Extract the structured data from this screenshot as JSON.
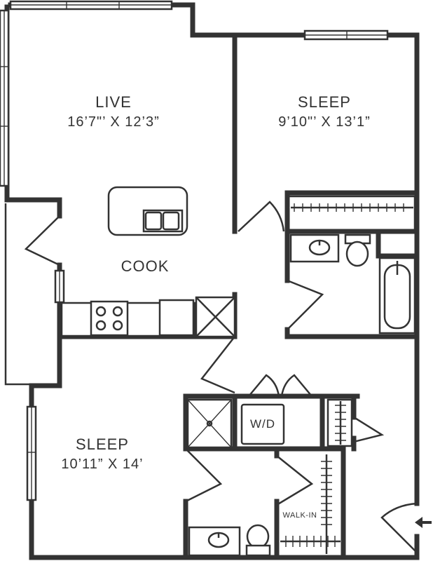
{
  "rooms": {
    "live": {
      "name": "LIVE",
      "dims": "16’7\"’ X 12’3”"
    },
    "sleep_1": {
      "name": "SLEEP",
      "dims": "9’10\"’ X 13’1”"
    },
    "cook": {
      "name": "COOK"
    },
    "sleep_2": {
      "name": "SLEEP",
      "dims": "10’11” X 14’"
    }
  },
  "labels": {
    "washer_dryer": "W/D",
    "walk_in": "WALK-IN"
  },
  "icons": {
    "entry": "entry-arrow-icon"
  },
  "colors": {
    "line": "#333333",
    "background": "#ffffff"
  }
}
